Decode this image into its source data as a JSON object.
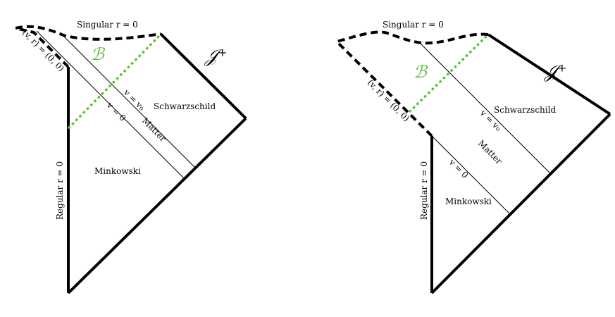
{
  "diagrams": [
    {
      "singular_label": "Singular r = 0",
      "origin_label": "(v, r) = (0, 0)",
      "bounded_region_symbol": "ℬ",
      "v0_label": "v = v₀",
      "v_zero_label": "v = 0",
      "matter_label": "Matter",
      "schwarzschild_label": "Schwarzschild",
      "minkowski_label": "Minkowski",
      "regular_label": "Regular r = 0",
      "scri_symbol": "𝒥⁺"
    },
    {
      "singular_label": "Singular r = 0",
      "origin_label": "(v, r) = (0, 0)",
      "bounded_region_symbol": "ℬ",
      "v0_label": "v = v₀",
      "v_zero_label": "v = 0",
      "matter_label": "Matter",
      "schwarzschild_label": "Schwarzschild",
      "minkowski_label": "Minkowski",
      "regular_label": "Regular r = 0",
      "scri_symbol": "𝒥⁺"
    }
  ],
  "colors": {
    "ink": "#000000",
    "apparent_horizon": "#5cbf3a"
  }
}
